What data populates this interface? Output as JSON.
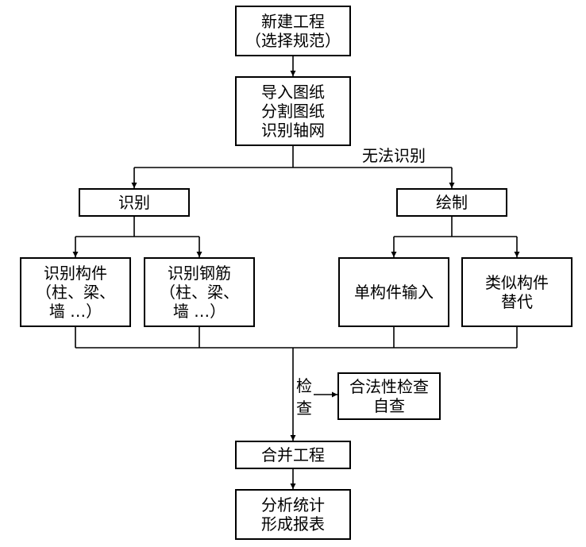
{
  "nodes": {
    "new_project": {
      "lines": [
        "新建工程",
        "（选择规范）"
      ]
    },
    "import": {
      "lines": [
        "导入图纸",
        "分割图纸",
        "识别轴网"
      ]
    },
    "recognize": {
      "lines": [
        "识别"
      ]
    },
    "draw": {
      "lines": [
        "绘制"
      ]
    },
    "recog_member": {
      "lines": [
        "识别构件",
        "（柱、梁、",
        "墙 …）"
      ]
    },
    "recog_rebar": {
      "lines": [
        "识别钢筋",
        "（柱、梁、",
        "墙 …）"
      ]
    },
    "single_input": {
      "lines": [
        "单构件输入"
      ]
    },
    "similar": {
      "lines": [
        "类似构件",
        "替代"
      ]
    },
    "legality": {
      "lines": [
        "合法性检查",
        "自查"
      ]
    },
    "merge": {
      "lines": [
        "合并工程"
      ]
    },
    "stats": {
      "lines": [
        "分析统计",
        "形成报表"
      ]
    }
  },
  "edge_labels": {
    "cannot_recognize": "无法识别",
    "check": [
      "检",
      "查"
    ]
  },
  "colors": {
    "stroke": "#000000",
    "fill": "#ffffff",
    "text": "#000000"
  }
}
